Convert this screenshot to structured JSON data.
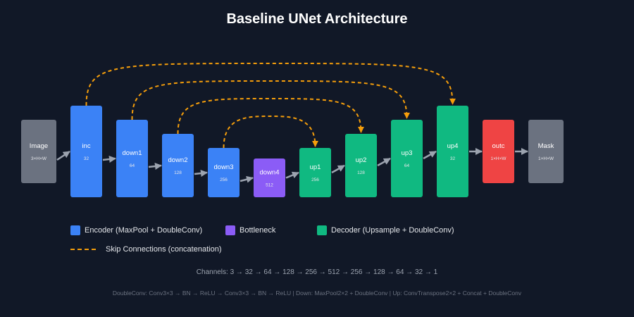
{
  "title": "Baseline UNet Architecture",
  "colors": {
    "background": "#111827",
    "io": "#6b7280",
    "encoder": "#3b82f6",
    "bottleneck": "#8b5cf6",
    "decoder": "#10b981",
    "output": "#ef4444",
    "skip": "#f59e0b",
    "arrow": "#9ca3af"
  },
  "blocks": [
    {
      "id": "image",
      "name": "Image",
      "sub": "3×H×W",
      "type": "io"
    },
    {
      "id": "inc",
      "name": "inc",
      "sub": "32",
      "type": "encoder"
    },
    {
      "id": "down1",
      "name": "down1",
      "sub": "64",
      "type": "encoder"
    },
    {
      "id": "down2",
      "name": "down2",
      "sub": "128",
      "type": "encoder"
    },
    {
      "id": "down3",
      "name": "down3",
      "sub": "256",
      "type": "encoder"
    },
    {
      "id": "down4",
      "name": "down4",
      "sub": "512",
      "type": "bottleneck"
    },
    {
      "id": "up1",
      "name": "up1",
      "sub": "256",
      "type": "decoder"
    },
    {
      "id": "up2",
      "name": "up2",
      "sub": "128",
      "type": "decoder"
    },
    {
      "id": "up3",
      "name": "up3",
      "sub": "64",
      "type": "decoder"
    },
    {
      "id": "up4",
      "name": "up4",
      "sub": "32",
      "type": "decoder"
    },
    {
      "id": "outc",
      "name": "outc",
      "sub": "1×H×W",
      "type": "output"
    },
    {
      "id": "mask",
      "name": "Mask",
      "sub": "1×H×W",
      "type": "io"
    }
  ],
  "skip_connections": [
    {
      "from": "inc",
      "to": "up4"
    },
    {
      "from": "down1",
      "to": "up3"
    },
    {
      "from": "down2",
      "to": "up2"
    },
    {
      "from": "down3",
      "to": "up1"
    }
  ],
  "legend": {
    "encoder": "Encoder (MaxPool + DoubleConv)",
    "bottleneck": "Bottleneck",
    "decoder": "Decoder (Upsample + DoubleConv)",
    "skip": "Skip Connections (concatenation)"
  },
  "channels_line": "Channels: 3 → 32 → 64 → 128 → 256 → 512 → 256 → 128 → 64 → 32 → 1",
  "doubleconv_line": "DoubleConv: Conv3×3 → BN → ReLU → Conv3×3 → BN → ReLU | Down: MaxPool2×2 + DoubleConv | Up: ConvTranspose2×2 + Concat + DoubleConv"
}
